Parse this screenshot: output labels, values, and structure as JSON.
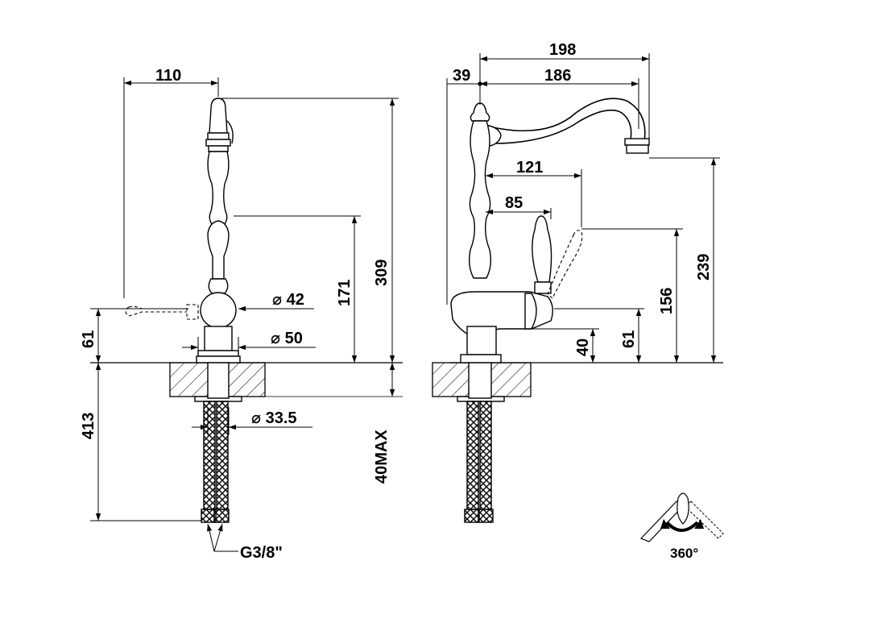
{
  "front_view": {
    "overall_width": "110",
    "overall_height": "309",
    "handle_height": "171",
    "body_diameter": "⌀ 42",
    "base_diameter": "⌀ 50",
    "lever_height": "61",
    "below_deck_length": "413",
    "shank_diameter": "⌀ 33.5",
    "deck_thickness": "40MAX",
    "connection_thread": "G3/8\""
  },
  "side_view": {
    "spout_reach_overall": "198",
    "spout_reach": "186",
    "body_offset": "39",
    "handle_reach": "121",
    "handle_offset": "85",
    "spout_outlet_height": "239",
    "handle_pivot_height": "156",
    "base_height": "40",
    "lever_height": "61"
  },
  "rotation_icon": {
    "label": "360°"
  }
}
